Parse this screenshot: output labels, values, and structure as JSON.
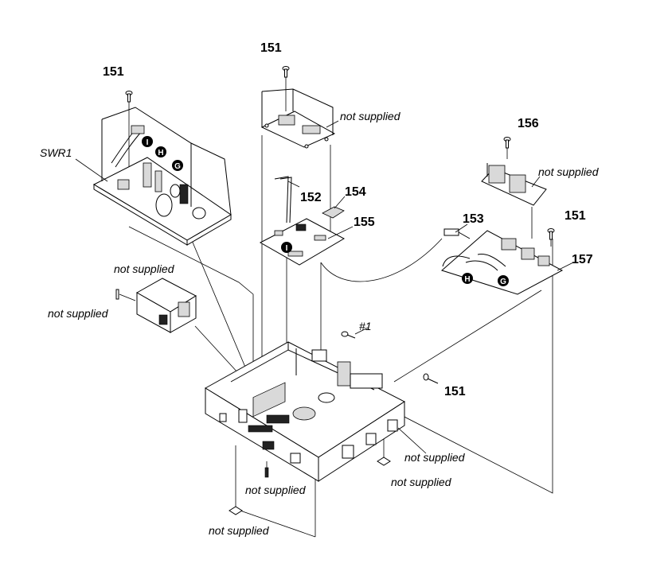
{
  "labels": {
    "screw_151_a": "151",
    "screw_151_b": "151",
    "screw_151_c": "151",
    "screw_151_d": "151",
    "swr1": "SWR1",
    "part_152": "152",
    "part_153": "153",
    "part_154": "154",
    "part_155": "155",
    "part_156": "156",
    "part_157": "157",
    "screw_1": "#1",
    "ns_top": "not supplied",
    "ns_right_top": "not supplied",
    "ns_left_board": "not supplied",
    "ns_left_pin": "not supplied",
    "ns_chassis_right": "not supplied",
    "ns_foot_right": "not supplied",
    "ns_screw_bottom": "not supplied",
    "ns_foot_bottom": "not supplied"
  },
  "badges": {
    "i_left": "I",
    "h_left": "H",
    "g_left": "G",
    "i_mid": "I",
    "h_right": "H",
    "g_right": "G"
  }
}
